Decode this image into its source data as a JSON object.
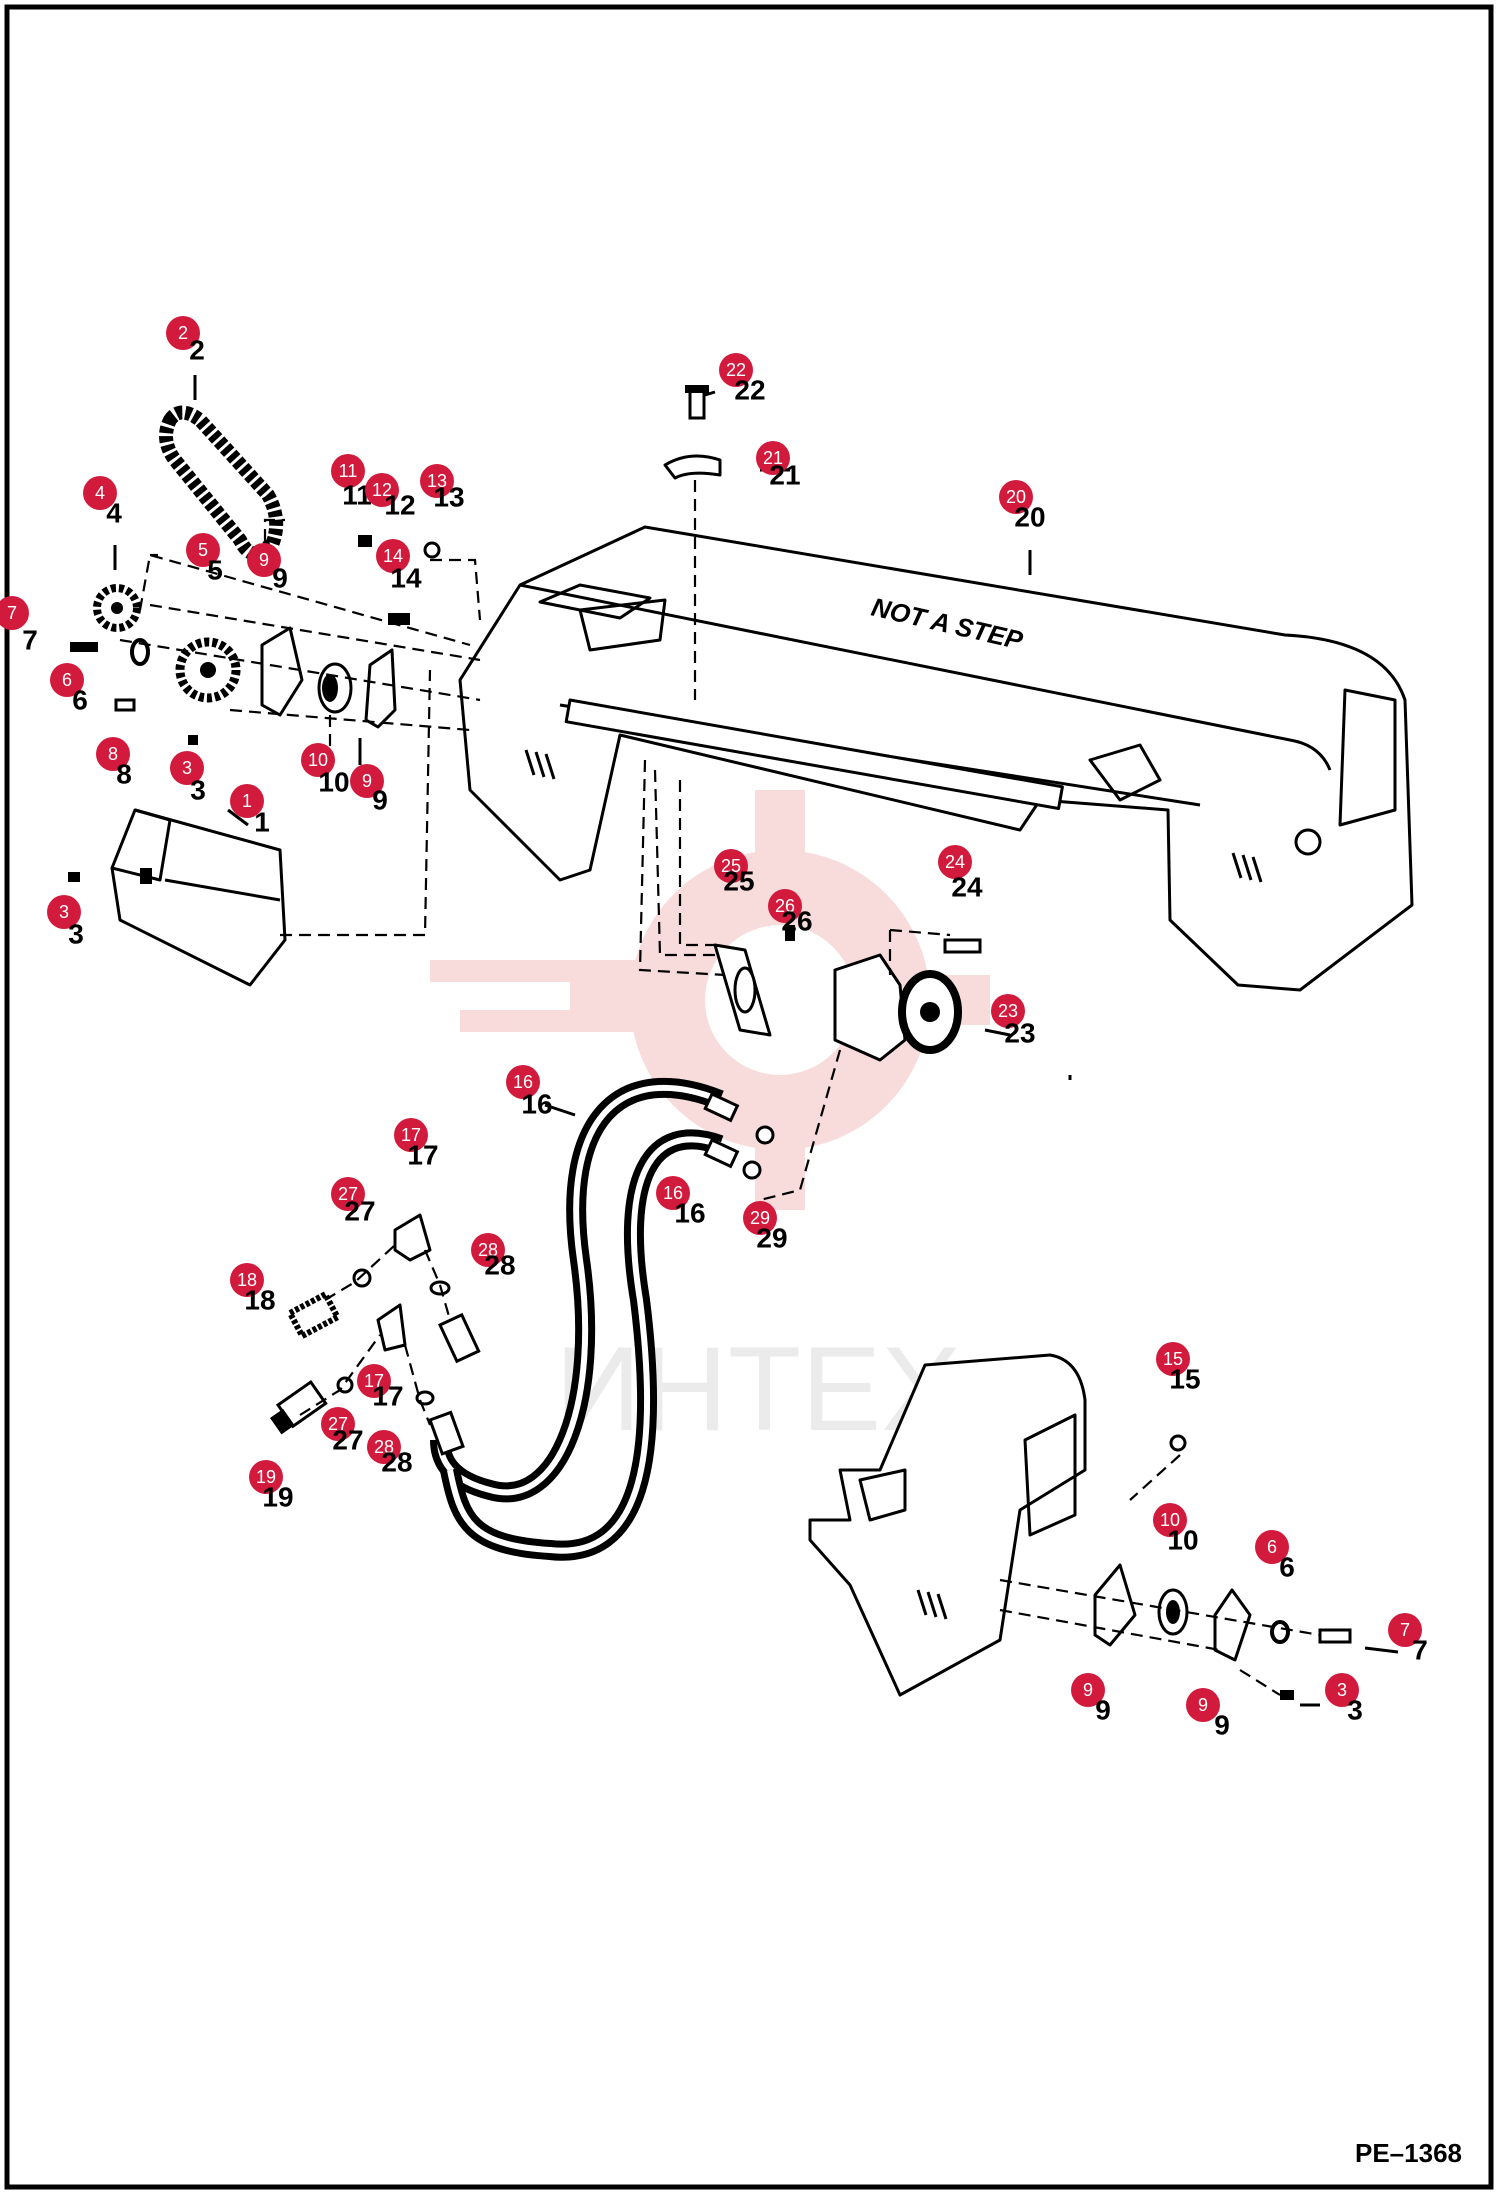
{
  "diagram": {
    "stencil_text": "NOT A STEP",
    "reference_code": "PE–1368",
    "watermark_text": "ИНТЕХ",
    "accent_color": "#d21a3c",
    "callouts": [
      {
        "id": "c2",
        "num": "2"
      },
      {
        "id": "c4",
        "num": "4"
      },
      {
        "id": "c5",
        "num": "5"
      },
      {
        "id": "c9a",
        "num": "9"
      },
      {
        "id": "c7a",
        "num": "7"
      },
      {
        "id": "c6a",
        "num": "6"
      },
      {
        "id": "c8",
        "num": "8"
      },
      {
        "id": "c3a",
        "num": "3"
      },
      {
        "id": "c10a",
        "num": "10"
      },
      {
        "id": "c9b",
        "num": "9"
      },
      {
        "id": "c11",
        "num": "11"
      },
      {
        "id": "c12",
        "num": "12"
      },
      {
        "id": "c13",
        "num": "13"
      },
      {
        "id": "c14",
        "num": "14"
      },
      {
        "id": "c1",
        "num": "1"
      },
      {
        "id": "c3b",
        "num": "3"
      },
      {
        "id": "c22",
        "num": "22"
      },
      {
        "id": "c21",
        "num": "21"
      },
      {
        "id": "c20",
        "num": "20"
      },
      {
        "id": "c25",
        "num": "25"
      },
      {
        "id": "c26",
        "num": "26"
      },
      {
        "id": "c24",
        "num": "24"
      },
      {
        "id": "c23",
        "num": "23"
      },
      {
        "id": "c16a",
        "num": "16"
      },
      {
        "id": "c16b",
        "num": "16"
      },
      {
        "id": "c29",
        "num": "29"
      },
      {
        "id": "c17a",
        "num": "17"
      },
      {
        "id": "c27a",
        "num": "27"
      },
      {
        "id": "c28a",
        "num": "28"
      },
      {
        "id": "c18",
        "num": "18"
      },
      {
        "id": "c17b",
        "num": "17"
      },
      {
        "id": "c27b",
        "num": "27"
      },
      {
        "id": "c28b",
        "num": "28"
      },
      {
        "id": "c19",
        "num": "19"
      },
      {
        "id": "c15",
        "num": "15"
      },
      {
        "id": "c10b",
        "num": "10"
      },
      {
        "id": "c6b",
        "num": "6"
      },
      {
        "id": "c7b",
        "num": "7"
      },
      {
        "id": "c9c",
        "num": "9"
      },
      {
        "id": "c9d",
        "num": "9"
      },
      {
        "id": "c3c",
        "num": "3"
      }
    ]
  }
}
